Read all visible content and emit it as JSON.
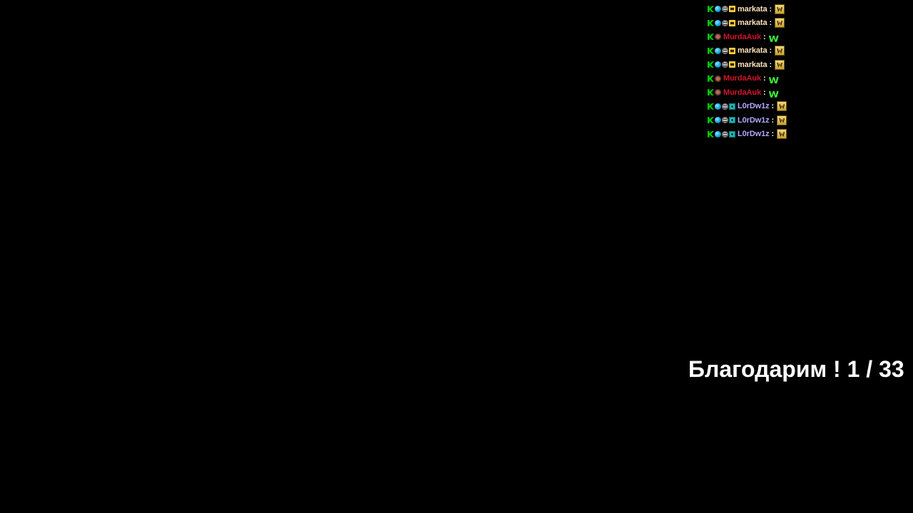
{
  "chat": {
    "messages": [
      {
        "user": "markata",
        "color": "#ffe0b8",
        "badges": [
          "k-icon",
          "cube-icon",
          "face-icon",
          "crown-icon"
        ],
        "emote": "w-crown-emote"
      },
      {
        "user": "markata",
        "color": "#ffe0b8",
        "badges": [
          "k-icon",
          "cube-icon",
          "face-icon",
          "crown-icon"
        ],
        "emote": "w-crown-emote"
      },
      {
        "user": "MurdaAuk",
        "color": "#d4142a",
        "badges": [
          "k-icon",
          "small-face-icon"
        ],
        "emote": "green-w-emote"
      },
      {
        "user": "markata",
        "color": "#ffe0b8",
        "badges": [
          "k-icon",
          "cube-icon",
          "face-icon",
          "crown-icon"
        ],
        "emote": "w-crown-emote"
      },
      {
        "user": "markata",
        "color": "#ffe0b8",
        "badges": [
          "k-icon",
          "cube-icon",
          "face-icon",
          "crown-icon"
        ],
        "emote": "w-crown-emote"
      },
      {
        "user": "MurdaAuk",
        "color": "#d4142a",
        "badges": [
          "k-icon",
          "small-face-icon"
        ],
        "emote": "green-w-emote"
      },
      {
        "user": "MurdaAuk",
        "color": "#d4142a",
        "badges": [
          "k-icon",
          "small-face-icon"
        ],
        "emote": "green-w-emote"
      },
      {
        "user": "L0rDw1z",
        "color": "#b0a8ff",
        "badges": [
          "k-icon",
          "cube-icon",
          "face-icon",
          "gem-icon"
        ],
        "emote": "w-crown-emote"
      },
      {
        "user": "L0rDw1z",
        "color": "#b0a8ff",
        "badges": [
          "k-icon",
          "cube-icon",
          "face-icon",
          "gem-icon"
        ],
        "emote": "w-crown-emote"
      },
      {
        "user": "L0rDw1z",
        "color": "#b0a8ff",
        "badges": [
          "k-icon",
          "cube-icon",
          "face-icon",
          "gem-icon"
        ],
        "emote": "w-crown-emote"
      }
    ],
    "colon": ":"
  },
  "overlay": {
    "thanks_text": "Благодарим ! 1 / 33"
  },
  "colors": {
    "background": "#000000",
    "text": "#ffffff"
  }
}
